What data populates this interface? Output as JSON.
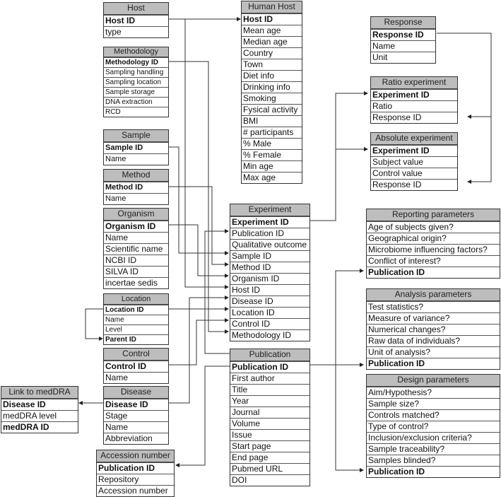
{
  "diagram": {
    "type": "entity-relationship",
    "tables": {
      "host": {
        "title": "Host",
        "fields": [
          {
            "name": "Host ID",
            "key": true
          },
          {
            "name": "type",
            "key": false
          }
        ]
      },
      "methodology": {
        "title": "Methodology",
        "fields": [
          {
            "name": "Methodology ID",
            "key": true
          },
          {
            "name": "Sampling handling"
          },
          {
            "name": "Sampling location"
          },
          {
            "name": "Sample storage"
          },
          {
            "name": "DNA extraction"
          },
          {
            "name": "RCD"
          }
        ]
      },
      "sample": {
        "title": "Sample",
        "fields": [
          {
            "name": "Sample ID",
            "key": true
          },
          {
            "name": "Name"
          }
        ]
      },
      "method": {
        "title": "Method",
        "fields": [
          {
            "name": "Method ID",
            "key": true
          },
          {
            "name": "Name"
          }
        ]
      },
      "organism": {
        "title": "Organism",
        "fields": [
          {
            "name": "Organism ID",
            "key": true
          },
          {
            "name": "Name"
          },
          {
            "name": "Scientific name"
          },
          {
            "name": "NCBI ID"
          },
          {
            "name": "SILVA ID"
          },
          {
            "name": "incertae sedis"
          }
        ]
      },
      "location": {
        "title": "Location",
        "fields": [
          {
            "name": "Location ID",
            "key": true
          },
          {
            "name": "Name"
          },
          {
            "name": "Level"
          },
          {
            "name": "Parent ID",
            "key": true
          }
        ]
      },
      "control": {
        "title": "Control",
        "fields": [
          {
            "name": "Control ID",
            "key": true
          },
          {
            "name": "Name"
          }
        ]
      },
      "disease": {
        "title": "Disease",
        "fields": [
          {
            "name": "Disease ID",
            "key": true
          },
          {
            "name": "Stage"
          },
          {
            "name": "Name"
          },
          {
            "name": "Abbreviation"
          }
        ]
      },
      "link_to_meddra": {
        "title": "Link to medDRA",
        "fields": [
          {
            "name": "Disease ID",
            "key": true
          },
          {
            "name": "medDRA level"
          },
          {
            "name": "medDRA ID",
            "key": true
          }
        ]
      },
      "accession_number": {
        "title": "Accession number",
        "fields": [
          {
            "name": "Publication ID",
            "key": true
          },
          {
            "name": "Repository"
          },
          {
            "name": "Accession number"
          }
        ]
      },
      "human_host": {
        "title": "Human Host",
        "fields": [
          {
            "name": "Host ID",
            "key": true
          },
          {
            "name": "Mean age"
          },
          {
            "name": "Median age"
          },
          {
            "name": "Country"
          },
          {
            "name": "Town"
          },
          {
            "name": "Diet info"
          },
          {
            "name": "Drinking info"
          },
          {
            "name": "Smoking"
          },
          {
            "name": "Fysical activity"
          },
          {
            "name": "BMI"
          },
          {
            "name": "# participants"
          },
          {
            "name": "% Male"
          },
          {
            "name": "% Female"
          },
          {
            "name": "Min age"
          },
          {
            "name": "Max age"
          }
        ]
      },
      "experiment": {
        "title": "Experiment",
        "fields": [
          {
            "name": "Experiment ID",
            "key": true
          },
          {
            "name": "Publication ID"
          },
          {
            "name": "Qualitative outcome"
          },
          {
            "name": "Sample ID"
          },
          {
            "name": "Method ID"
          },
          {
            "name": "Organism ID"
          },
          {
            "name": "Host ID"
          },
          {
            "name": "Disease ID"
          },
          {
            "name": "Location ID"
          },
          {
            "name": "Control ID"
          },
          {
            "name": "Methodology ID"
          }
        ]
      },
      "publication": {
        "title": "Publication",
        "fields": [
          {
            "name": "Publication ID",
            "key": true
          },
          {
            "name": "First author"
          },
          {
            "name": "Title"
          },
          {
            "name": "Year"
          },
          {
            "name": "Journal"
          },
          {
            "name": "Volume"
          },
          {
            "name": "Issue"
          },
          {
            "name": "Start page"
          },
          {
            "name": "End page"
          },
          {
            "name": "Pubmed URL"
          },
          {
            "name": "DOI"
          }
        ]
      },
      "response": {
        "title": "Response",
        "fields": [
          {
            "name": "Response ID",
            "key": true
          },
          {
            "name": "Name"
          },
          {
            "name": "Unit"
          }
        ]
      },
      "ratio_experiment": {
        "title": "Ratio experiment",
        "fields": [
          {
            "name": "Experiment ID",
            "key": true
          },
          {
            "name": "Ratio"
          },
          {
            "name": "Response ID"
          }
        ]
      },
      "absolute_experiment": {
        "title": "Absolute experiment",
        "fields": [
          {
            "name": "Experiment ID",
            "key": true
          },
          {
            "name": "Subject value"
          },
          {
            "name": "Control value"
          },
          {
            "name": "Response ID"
          }
        ]
      },
      "reporting_parameters": {
        "title": "Reporting parameters",
        "fields": [
          {
            "name": "Age of subjects given?"
          },
          {
            "name": "Geographical origin?"
          },
          {
            "name": "Microbiome influencing factors?"
          },
          {
            "name": "Conflict of interest?"
          },
          {
            "name": "Publication ID",
            "key": true
          }
        ]
      },
      "analysis_parameters": {
        "title": "Analysis parameters",
        "fields": [
          {
            "name": "Test statistics?"
          },
          {
            "name": "Measure of variance?"
          },
          {
            "name": "Numerical changes?"
          },
          {
            "name": "Raw data of individuals?"
          },
          {
            "name": "Unit of analysis?"
          },
          {
            "name": "Publication ID",
            "key": true
          }
        ]
      },
      "design_parameters": {
        "title": "Design parameters",
        "fields": [
          {
            "name": "Aim/Hypothesis?"
          },
          {
            "name": "Sample size?"
          },
          {
            "name": "Controls matched?"
          },
          {
            "name": "Type of control?"
          },
          {
            "name": "Inclusion/exclusion criteria?"
          },
          {
            "name": "Sample traceability?"
          },
          {
            "name": "Samples blinded?"
          },
          {
            "name": "Publication ID",
            "key": true
          }
        ]
      }
    },
    "relationships": [
      {
        "from": "Host.Host ID",
        "to": "Human Host.Host ID"
      },
      {
        "from": "Host.Host ID",
        "to": "Experiment.Host ID"
      },
      {
        "from": "Methodology.Methodology ID",
        "to": "Experiment.Methodology ID"
      },
      {
        "from": "Sample.Sample ID",
        "to": "Experiment.Sample ID"
      },
      {
        "from": "Method.Method ID",
        "to": "Experiment.Method ID"
      },
      {
        "from": "Organism.Organism ID",
        "to": "Experiment.Organism ID"
      },
      {
        "from": "Location.Location ID",
        "to": "Experiment.Location ID"
      },
      {
        "from": "Location.Location ID",
        "to": "Location.Parent ID"
      },
      {
        "from": "Control.Control ID",
        "to": "Experiment.Control ID"
      },
      {
        "from": "Disease.Disease ID",
        "to": "Experiment.Disease ID"
      },
      {
        "from": "Disease.Disease ID",
        "to": "Link to medDRA.Disease ID"
      },
      {
        "from": "Publication.Publication ID",
        "to": "Experiment.Publication ID"
      },
      {
        "from": "Publication.Publication ID",
        "to": "Accession number.Publication ID"
      },
      {
        "from": "Publication.Publication ID",
        "to": "Reporting parameters.Publication ID"
      },
      {
        "from": "Publication.Publication ID",
        "to": "Analysis parameters.Publication ID"
      },
      {
        "from": "Publication.Publication ID",
        "to": "Design parameters.Publication ID"
      },
      {
        "from": "Experiment.Experiment ID",
        "to": "Ratio experiment.Experiment ID"
      },
      {
        "from": "Experiment.Experiment ID",
        "to": "Absolute experiment.Experiment ID"
      },
      {
        "from": "Response.Response ID",
        "to": "Ratio experiment.Response ID"
      },
      {
        "from": "Response.Response ID",
        "to": "Absolute experiment.Response ID"
      }
    ]
  }
}
